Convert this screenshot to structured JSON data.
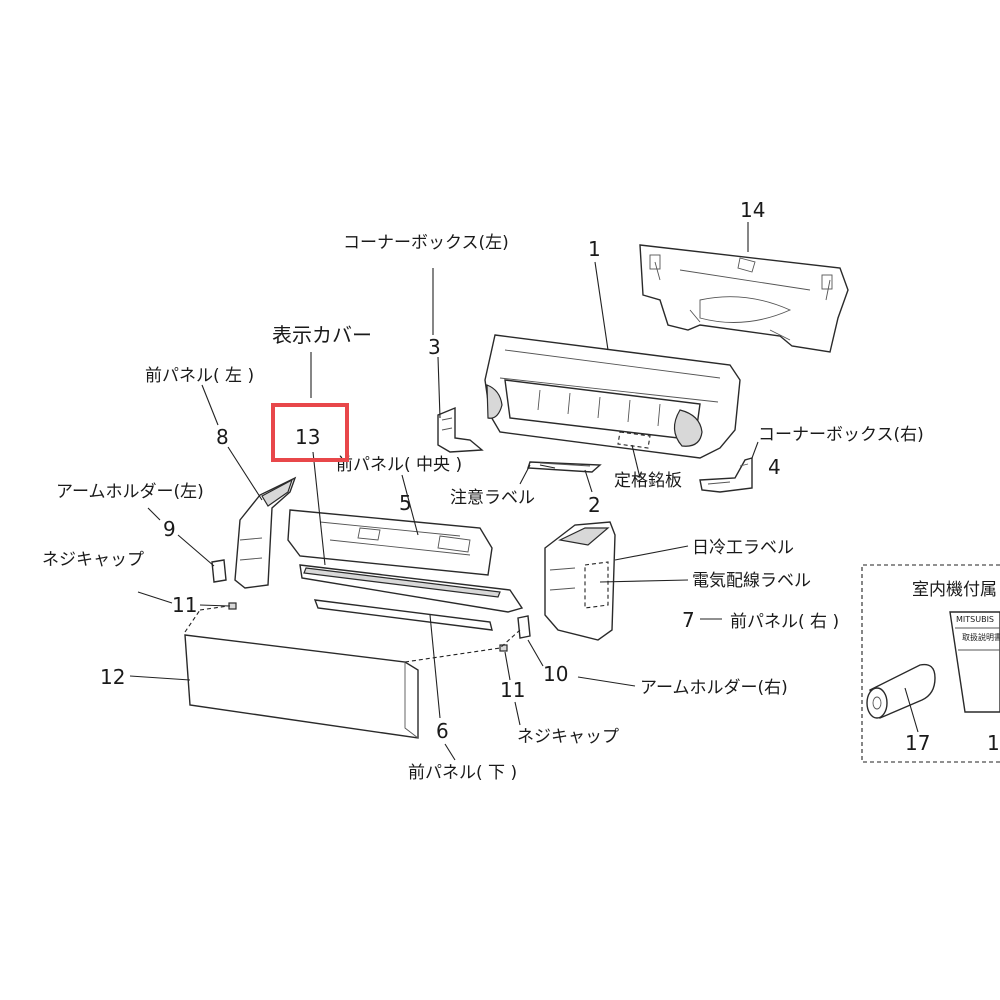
{
  "callouts": {
    "n14": "14",
    "n1": "1",
    "n3": "3",
    "n13": "13",
    "n8": "8",
    "n9": "9",
    "n5": "5",
    "n2": "2",
    "n4": "4",
    "n7": "7",
    "n10": "10",
    "n11a": "11",
    "n11b": "11",
    "n12": "12",
    "n6": "6",
    "n17": "17",
    "n16": "1"
  },
  "labels": {
    "corner_box_left": "コーナーボックス(左)",
    "display_cover": "表示カバー",
    "front_panel_left": "前パネル( 左 )",
    "front_panel_center": "前パネル( 中央 )",
    "caution_label": "注意ラベル",
    "rating_plate": "定格銘板",
    "corner_box_right": "コーナーボックス(右)",
    "arm_holder_left": "アームホルダー(左)",
    "screw_cap_left": "ネジキャップ",
    "screw_cap_right": "ネジキャップ",
    "nichirei_label": "日冷工ラベル",
    "wiring_label": "電気配線ラベル",
    "front_panel_right": "前パネル( 右 )",
    "arm_holder_right": "アームホルダー(右)",
    "front_panel_bottom": "前パネル( 下 )",
    "accessories": "室内機付属",
    "manual_brand": "MITSUBIS",
    "manual_title": "取扱説明書"
  },
  "highlight": {
    "target": "13",
    "color": "#e8474a"
  }
}
